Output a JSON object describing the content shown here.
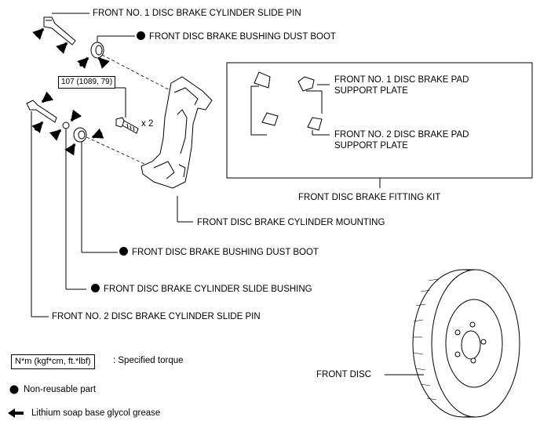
{
  "labels": {
    "front_no1_slide_pin": "FRONT NO. 1 DISC BRAKE CYLINDER SLIDE PIN",
    "dust_boot_upper": "FRONT DISC BRAKE BUSHING DUST BOOT",
    "torque_value": "107 (1089, 79)",
    "qty": "x 2",
    "pad_plate_1": "FRONT NO. 1 DISC BRAKE PAD SUPPORT PLATE",
    "pad_plate_2": "FRONT NO. 2 DISC BRAKE PAD SUPPORT PLATE",
    "fitting_kit": "FRONT DISC BRAKE FITTING KIT",
    "cylinder_mounting": "FRONT DISC BRAKE CYLINDER MOUNTING",
    "dust_boot_lower": "FRONT DISC BRAKE BUSHING DUST BOOT",
    "slide_bushing": "FRONT DISC BRAKE CYLINDER SLIDE BUSHING",
    "front_no2_slide_pin": "FRONT NO. 2 DISC BRAKE CYLINDER SLIDE PIN",
    "front_disc": "FRONT DISC"
  },
  "legend": {
    "torque_unit": "N*m (kgf*cm, ft.*lbf)",
    "torque_desc": ": Specified torque",
    "non_reusable": "Non-reusable part",
    "grease": "Lithium soap base glycol grease"
  },
  "icons": {
    "non_reusable": "filled-circle-icon",
    "grease": "arrow-left-icon"
  }
}
